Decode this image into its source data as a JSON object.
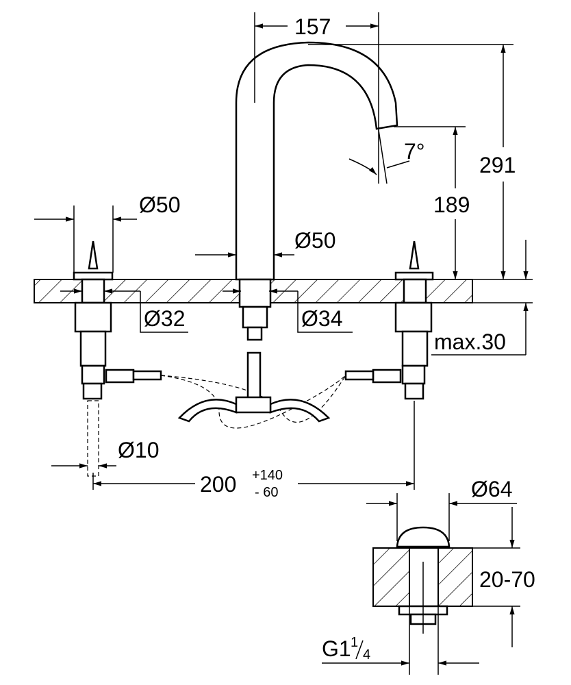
{
  "drawing": {
    "title": "Three-hole basin mixer dimension drawing",
    "dimensions": {
      "spout_reach": "157",
      "total_height": "291",
      "outlet_height": "189",
      "outlet_angle": "7°",
      "handle_diameter": "Ø50",
      "spout_base_diameter": "Ø50",
      "handle_hole_diameter": "Ø32",
      "spout_hole_diameter": "Ø34",
      "max_deck_thickness": "max.30",
      "supply_diameter": "Ø10",
      "center_distance": "200",
      "center_tol_plus": "+140",
      "center_tol_minus": "- 60",
      "waste_cap_diameter": "Ø64",
      "basin_thickness": "20-70",
      "waste_thread": "G1",
      "waste_thread_num": "1",
      "waste_thread_den": "4"
    }
  }
}
